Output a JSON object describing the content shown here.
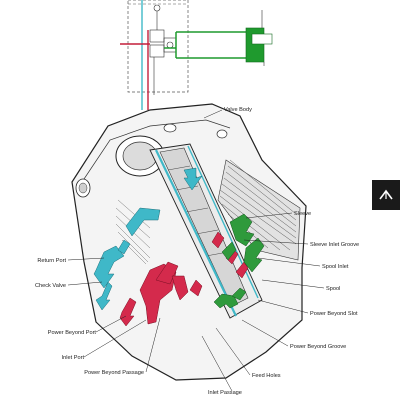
{
  "labels": {
    "valve_body": "Valve Body",
    "sleeve": "Sleeve",
    "sleeve_inlet_groove": "Sleeve Inlet Groove",
    "spool_inlet": "Spool Inlet",
    "spool": "Spool",
    "power_beyond_slot": "Power Beyond Slot",
    "power_beyond_groove": "Power Beyond Groove",
    "feed_holes": "Feed Holes",
    "inlet_passage": "Inlet Passage",
    "return_port": "Return Port",
    "check_valve": "Check Valve",
    "power_beyond_port": "Power Beyond Port",
    "inlet_port": "Inlet Port",
    "power_beyond_passage": "Power Beyond Passage"
  },
  "colors": {
    "return_flow": "#3fb8c8",
    "inlet_flow": "#d42a4c",
    "power_beyond_flow": "#2f9a3c",
    "schematic_green": "#1f9a2e",
    "schematic_red": "#c41e3a",
    "nav_button_bg": "#1a1a1a"
  },
  "icons": {
    "nav": "chevron-up-icon"
  }
}
